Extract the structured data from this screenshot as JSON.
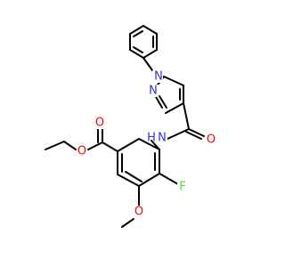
{
  "molecule": {
    "atom_labels": {
      "n1": "N",
      "n2": "N",
      "nh": "N",
      "h": "H",
      "o_amide": "O",
      "o_ester_carbonyl": "O",
      "o_ester_ether": "O",
      "o_methoxy": "O",
      "f": "F"
    },
    "colors": {
      "bond": "#000000",
      "nitrogen": "#3333cc",
      "oxygen": "#ff0000",
      "fluorine": "#66cc33",
      "carbon": "#000000"
    }
  }
}
